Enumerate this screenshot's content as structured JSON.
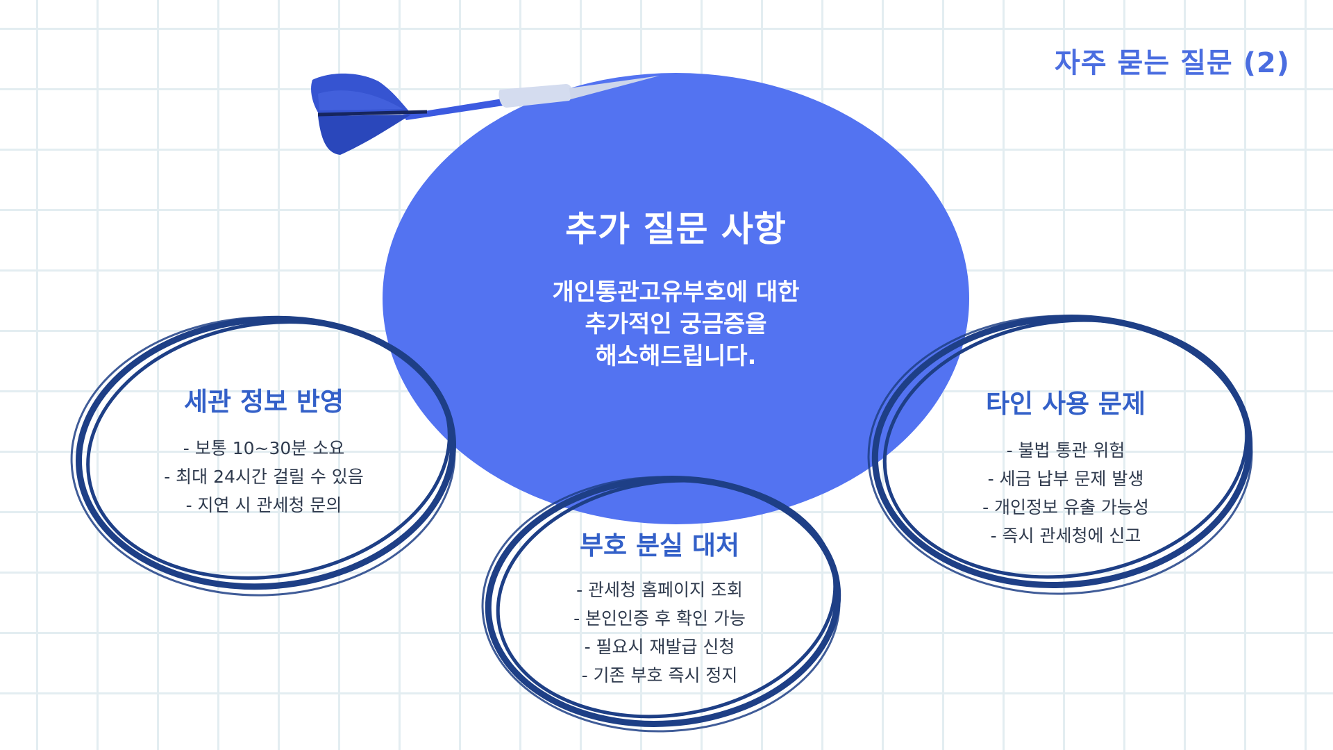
{
  "header": {
    "title": "자주 묻는 질문 (2)"
  },
  "center": {
    "title": "추가 질문 사항",
    "lines": [
      "개인통관고유부호에 대한",
      "추가적인 궁금증을",
      "해소해드립니다."
    ]
  },
  "bubbles": [
    {
      "title": "세관 정보 반영",
      "items": [
        "- 보통 10~30분 소요",
        "- 최대 24시간 걸릴 수 있음",
        "- 지연 시 관세청 문의"
      ]
    },
    {
      "title": "부호 분실 대처",
      "items": [
        "- 관세청 홈페이지 조회",
        "- 본인인증 후 확인 가능",
        "- 필요시 재발급 신청",
        "- 기존 부호 즉시 정지"
      ]
    },
    {
      "title": "타인 사용 문제",
      "items": [
        "- 불법 통관 위험",
        "- 세금 납부 문제 발생",
        "- 개인정보 유출 가능성",
        "- 즉시 관세청에 신고"
      ]
    }
  ],
  "colors": {
    "accent": "#5373f1",
    "title_blue": "#4a6de0",
    "scribble_navy": "#1e3f86",
    "grid": "#e3edf1"
  },
  "icons": {
    "dart": "dart-icon"
  }
}
